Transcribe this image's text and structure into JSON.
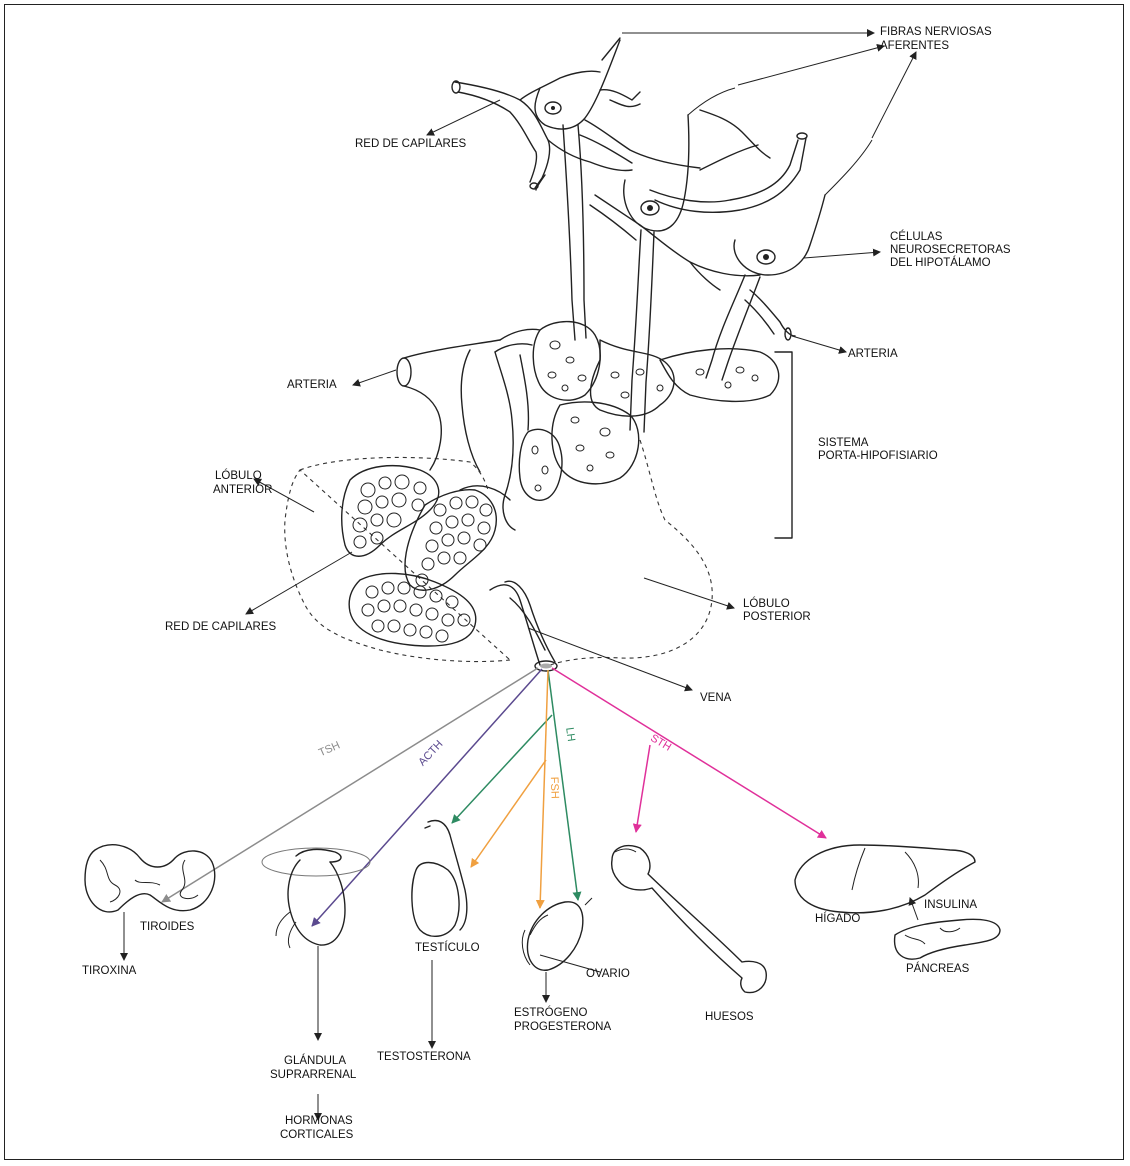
{
  "labels": {
    "fibras": [
      "FIBRAS NERVIOSAS",
      "AFERENTES"
    ],
    "red_capilares_top": "RED DE CAPILARES",
    "celulas": [
      "CÉLULAS",
      "NEUROSECRETORAS",
      "DEL HIPOTÁLAMO"
    ],
    "arteria_right": "ARTERIA",
    "arteria_left": "ARTERIA",
    "sistema": [
      "SISTEMA",
      "PORTA-HIPOFISIARIO"
    ],
    "lobulo_anterior": [
      "LÓBULO",
      "ANTERIOR"
    ],
    "red_capilares_bottom": "RED DE CAPILARES",
    "lobulo_posterior": [
      "LÓBULO",
      "POSTERIOR"
    ],
    "vena": "VENA"
  },
  "hormones": {
    "tsh": "TSH",
    "acth": "ACTH",
    "lh": "LH",
    "fsh": "FSH",
    "sth": "STH"
  },
  "targets": {
    "tiroides": "TIROIDES",
    "tiroxina": "TIROXINA",
    "glandula": [
      "GLÁNDULA",
      "SUPRARRENAL"
    ],
    "hormonas_corticales": [
      "HORMONAS",
      "CORTICALES"
    ],
    "testiculo": "TESTÍCULO",
    "testosterona": "TESTOSTERONA",
    "ovario": "OVARIO",
    "estrogeno": [
      "ESTRÓGENO",
      "PROGESTERONA"
    ],
    "huesos": "HUESOS",
    "higado": "HÍGADO",
    "insulina": "INSULINA",
    "pancreas": "PÁNCREAS"
  },
  "colors": {
    "tsh": "#8c8c8c",
    "acth": "#5b4a8f",
    "lh": "#2e8b62",
    "fsh": "#f0a040",
    "sth": "#e0309a",
    "ink": "#222222"
  }
}
